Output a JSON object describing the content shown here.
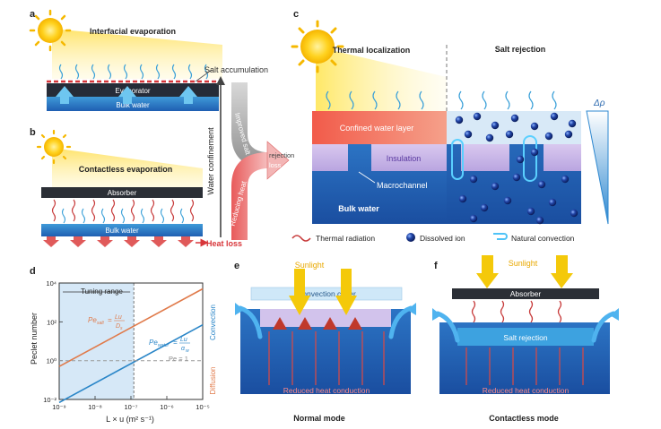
{
  "panels": {
    "a": {
      "letter": "a",
      "title": "Interfacial evaporation",
      "salt_label": "Salt accumulation",
      "evaporator_label": "Evaporator",
      "bulk_label": "Bulk water"
    },
    "b": {
      "letter": "b",
      "title": "Contactless evaporation",
      "absorber_label": "Absorber",
      "bulk_label": "Bulk water",
      "heat_loss_label": "Heat loss"
    },
    "arrows": {
      "water_confinement": "Water confinement",
      "improved_salt": "Improved salt",
      "rejection": "rejection",
      "reducing_heat": "Reducing heat",
      "heat_loss": "loss"
    },
    "c": {
      "letter": "c",
      "title_left": "Thermal localization",
      "title_right": "Salt rejection",
      "confined_label": "Confined water layer",
      "insulation_label": "Insulation",
      "macrochannel_label": "Macrochannel",
      "bulk_label": "Bulk water",
      "delta_rho": "Δρ",
      "legend": [
        "Thermal radiation",
        "Dissolved ion",
        "Natural convection"
      ]
    },
    "d": {
      "letter": "d",
      "tuning_label": "Tuning range",
      "convection_label": "Convection",
      "diffusion_label": "Diffusion",
      "pe1_label": "Pe = 1",
      "pe_water_label": "Pe",
      "pe_water_sub": "water",
      "pe_salt_label": "Pe",
      "pe_salt_sub": "salt",
      "frac_num": "Lu",
      "frac_den_water": "α",
      "frac_den_water_sub": "w",
      "frac_den_salt": "D",
      "frac_den_salt_sub": "s"
    },
    "e": {
      "letter": "e",
      "sunlight": "Sunlight",
      "cover_label": "Convection cover",
      "reduced_label": "Reduced heat conduction",
      "caption": "Normal mode"
    },
    "f": {
      "letter": "f",
      "sunlight": "Sunlight",
      "absorber_label": "Absorber",
      "salt_rejection_label": "Salt rejection",
      "reduced_label": "Reduced heat conduction",
      "caption": "Contactless mode"
    }
  },
  "chart_data": {
    "type": "line",
    "title": "",
    "xlabel": "L × u (m² s⁻¹)",
    "ylabel": "Peclet number",
    "x_scale": "log",
    "y_scale": "log",
    "xlim": [
      1e-09,
      1e-05
    ],
    "ylim": [
      0.01,
      10000
    ],
    "x_ticks": [
      "10⁻⁹",
      "10⁻⁸",
      "10⁻⁷",
      "10⁻⁶",
      "10⁻⁵"
    ],
    "y_ticks": [
      "10⁻²",
      "10⁰",
      "10²",
      "10⁴"
    ],
    "tuning_range": [
      1e-09,
      1.2e-07
    ],
    "series": [
      {
        "name": "Pe_salt",
        "color": "#e07a4a",
        "x": [
          1e-09,
          1e-05
        ],
        "y": [
          0.5,
          5000
        ]
      },
      {
        "name": "Pe_water",
        "color": "#2a86c8",
        "x": [
          1e-09,
          1e-05
        ],
        "y": [
          0.007,
          70
        ]
      },
      {
        "name": "Pe = 1",
        "color": "#9a9a9a",
        "x": [
          1e-09,
          1e-05
        ],
        "y": [
          1,
          1
        ]
      }
    ]
  }
}
